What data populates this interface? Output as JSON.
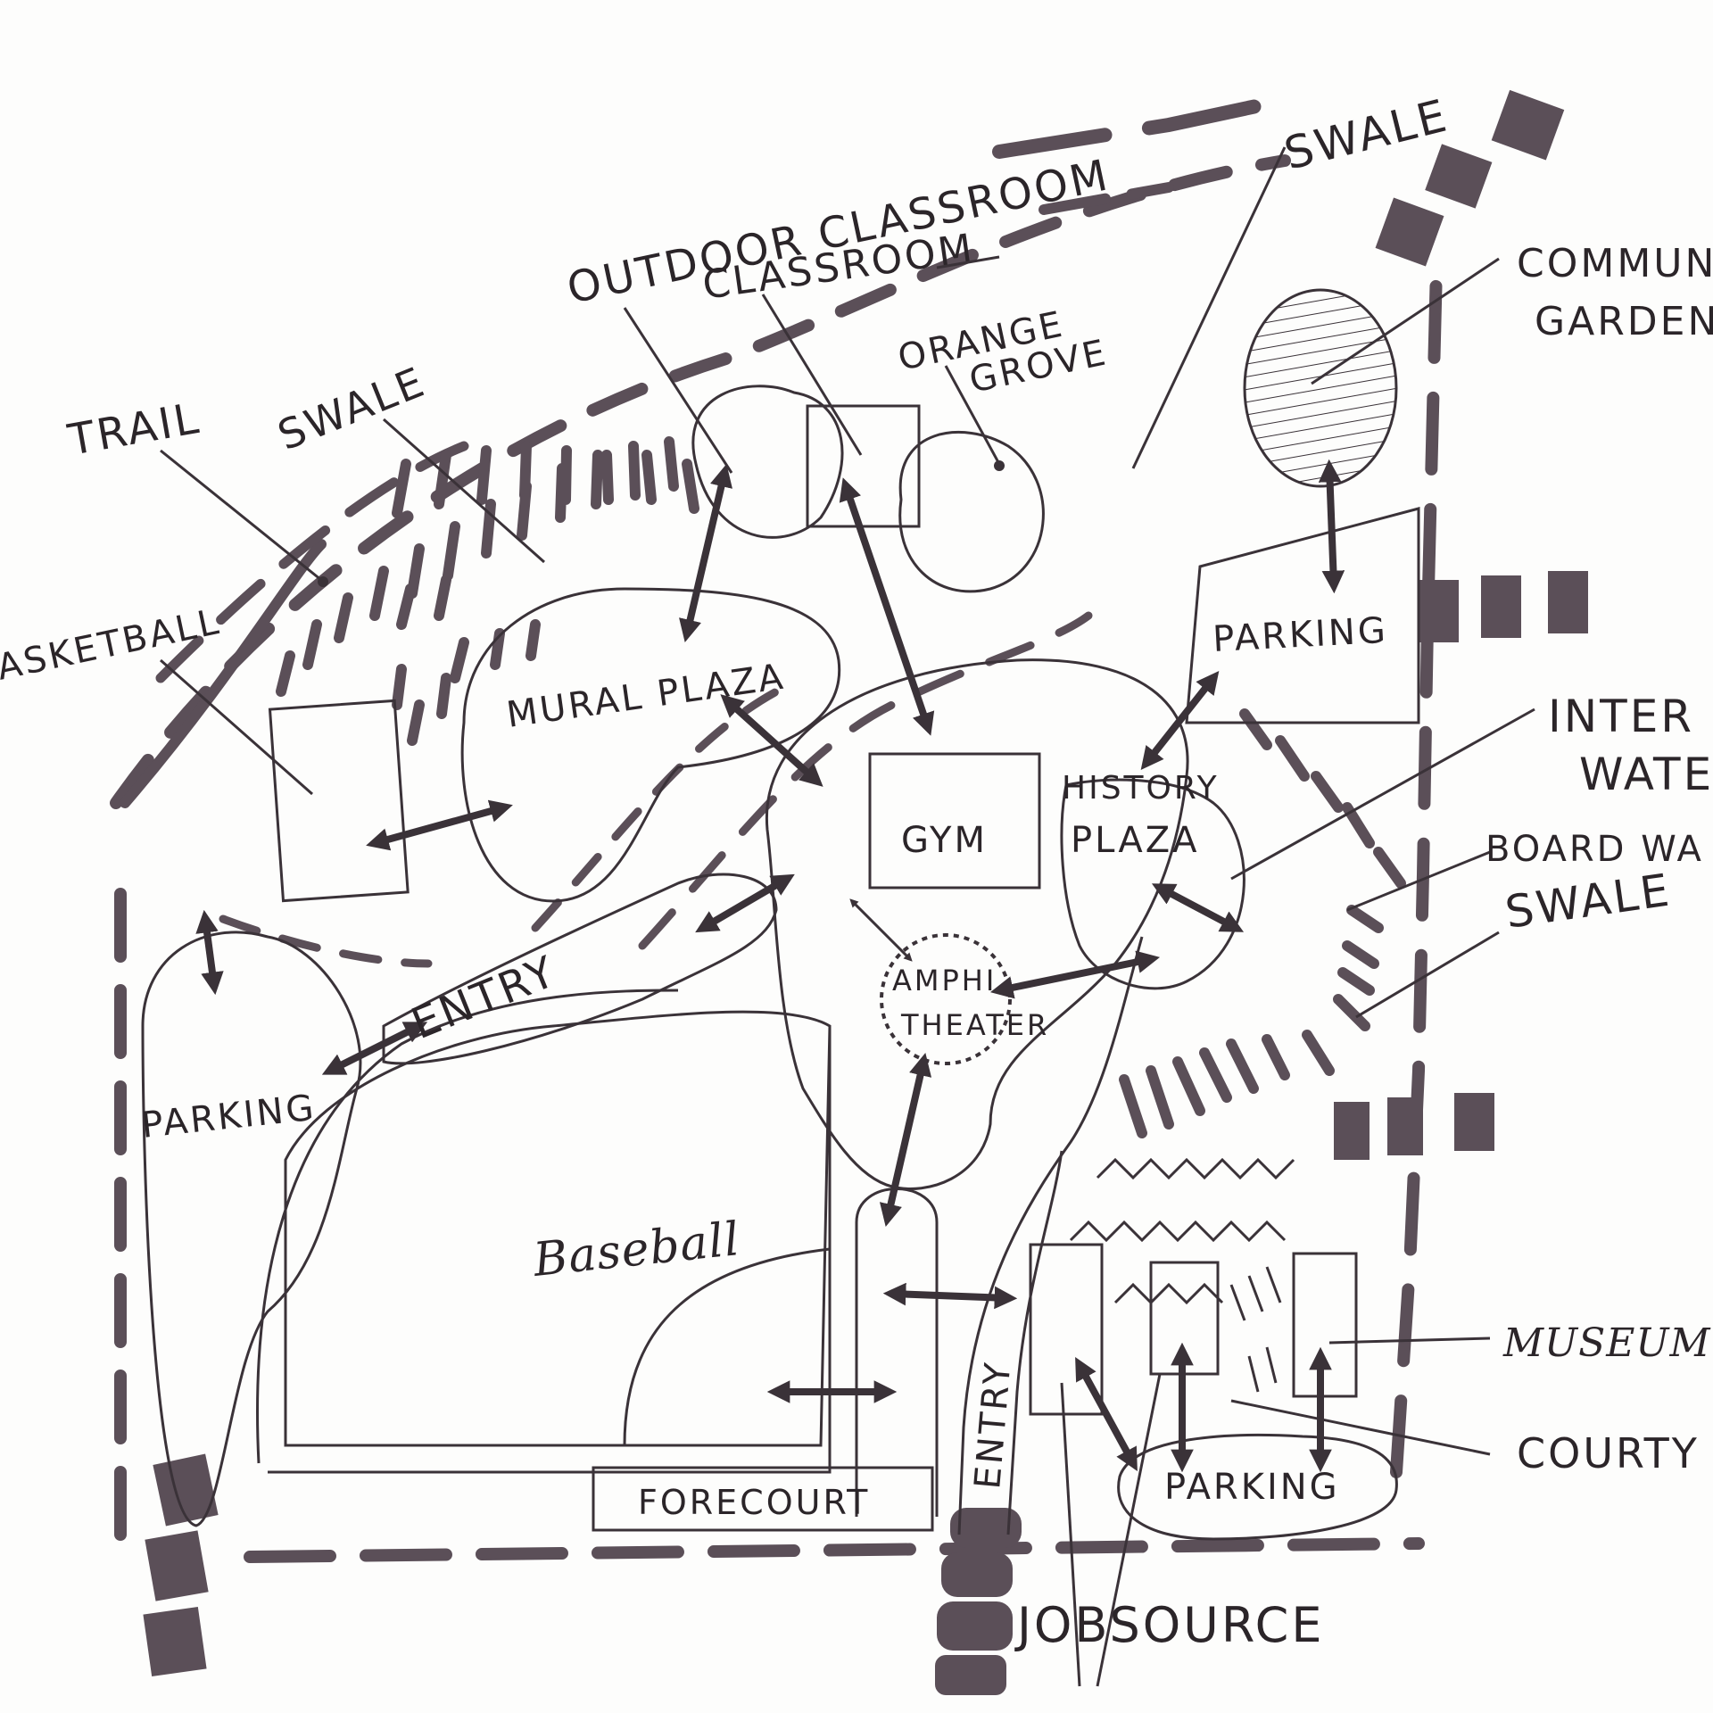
{
  "labels": {
    "outdoor_classroom_1": "OUTDOOR CLASSROOM",
    "outdoor_classroom_2": "OUTDOOR CLASSROOM",
    "swale_top": "SWALE",
    "swale_left": "SWALE",
    "swale_right": "SWALE",
    "trail": "TRAIL",
    "basketball": "ASKETBALL",
    "orange_grove_1": "ORANGE",
    "orange_grove_2": "GROVE",
    "community_garden_1": "COMMUNI",
    "community_garden_2": "GARDEN",
    "parking_ne": "PARKING",
    "parking_w": "PARKING",
    "parking_se": "PARKING",
    "mural_plaza": "MURAL PLAZA",
    "gym": "GYM",
    "history_plaza_1": "HISTORY",
    "history_plaza_2": "PLAZA",
    "interpretive_water_1": "INTER",
    "interpretive_water_2": "WATE",
    "board_walk": "BOARD WA",
    "entry_w": "ENTRY",
    "entry_s": "ENTRY",
    "amphitheater_1": "AMPHI",
    "amphitheater_2": "THEATER",
    "baseball": "Baseball",
    "forecourt": "FORECOURT",
    "museum": "MUSEUM",
    "courtyard": "COURTY",
    "jobsource": "JOBSOURCE"
  },
  "colors": {
    "ink": "#3a3238",
    "marker": "#5b4f58",
    "paper": "#fdfdfc"
  }
}
